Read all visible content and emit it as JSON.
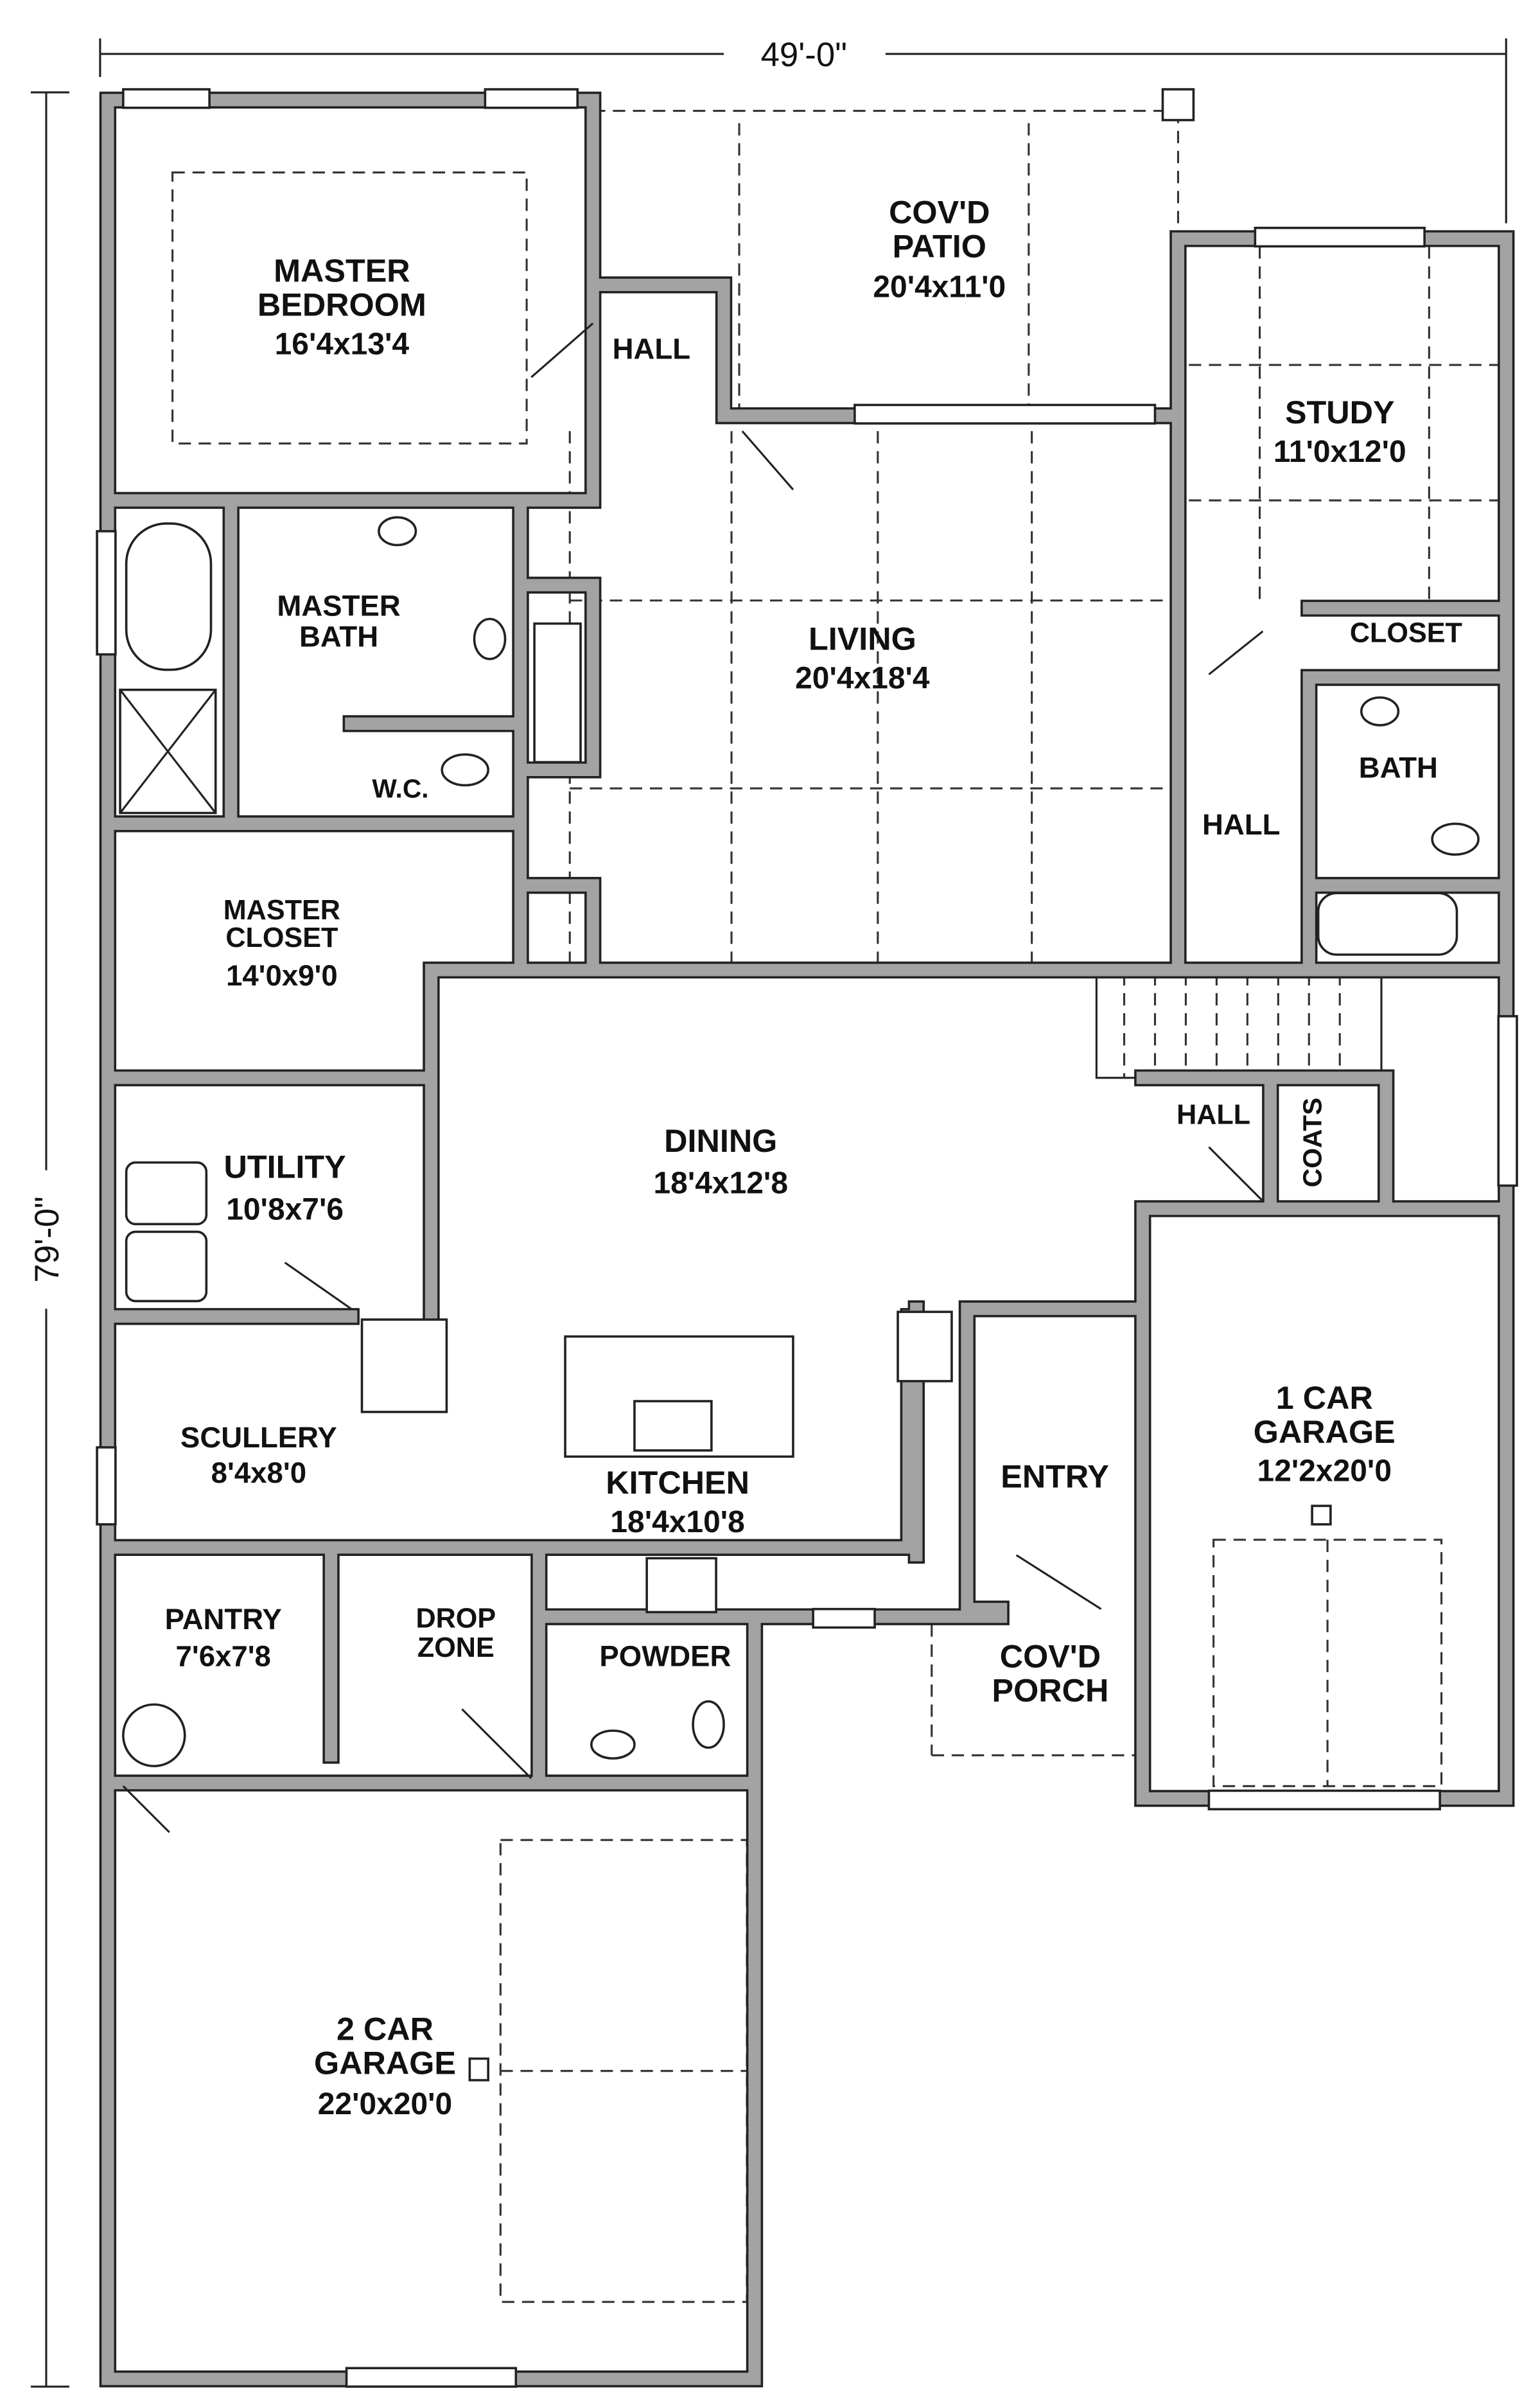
{
  "dimensions": {
    "width": "49'-0\"",
    "depth": "79'-0\""
  },
  "rooms": {
    "master_bedroom": {
      "name1": "MASTER",
      "name2": "BEDROOM",
      "size": "16'4x13'4"
    },
    "hall_master": {
      "name": "HALL"
    },
    "patio": {
      "name1": "COV'D",
      "name2": "PATIO",
      "size": "20'4x11'0"
    },
    "study": {
      "name": "STUDY",
      "size": "11'0x12'0"
    },
    "master_bath": {
      "name1": "MASTER",
      "name2": "BATH"
    },
    "living": {
      "name": "LIVING",
      "size": "20'4x18'4"
    },
    "closet": {
      "name": "CLOSET"
    },
    "bath": {
      "name": "BATH"
    },
    "wc": {
      "name": "W.C."
    },
    "hall_study": {
      "name": "HALL"
    },
    "master_closet": {
      "name1": "MASTER",
      "name2": "CLOSET",
      "size": "14'0x9'0"
    },
    "dining": {
      "name": "DINING",
      "size": "18'4x12'8"
    },
    "hall_coats": {
      "name": "HALL"
    },
    "coats": {
      "name": "COATS"
    },
    "utility": {
      "name": "UTILITY",
      "size": "10'8x7'6"
    },
    "entry": {
      "name": "ENTRY"
    },
    "garage_1": {
      "name1": "1 CAR",
      "name2": "GARAGE",
      "size": "12'2x20'0"
    },
    "scullery": {
      "name": "SCULLERY",
      "size": "8'4x8'0"
    },
    "kitchen": {
      "name": "KITCHEN",
      "size": "18'4x10'8"
    },
    "pantry": {
      "name": "PANTRY",
      "size": "7'6x7'8"
    },
    "drop_zone": {
      "name1": "DROP",
      "name2": "ZONE"
    },
    "powder": {
      "name": "POWDER"
    },
    "porch": {
      "name1": "COV'D",
      "name2": "PORCH"
    },
    "garage_2": {
      "name1": "2 CAR",
      "name2": "GARAGE",
      "size": "22'0x20'0"
    }
  }
}
